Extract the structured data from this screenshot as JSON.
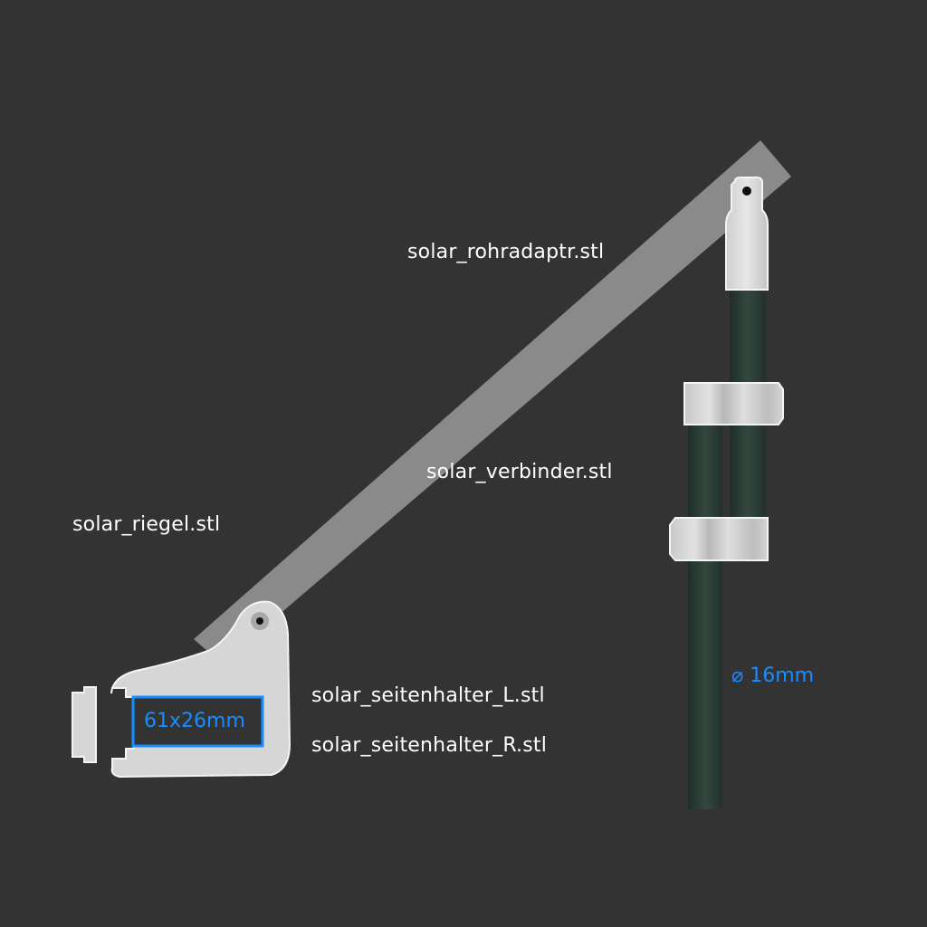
{
  "labels": {
    "rohradapter": "solar_rohradaptr.stl",
    "verbinder": "solar_verbinder.stl",
    "riegel": "solar_riegel.stl",
    "seitenhalter_l": "solar_seitenhalter_L.stl",
    "seitenhalter_r": "solar_seitenhalter_R.stl"
  },
  "dimensions": {
    "panel_profile": "61x26mm",
    "tube_diameter": "⌀ 16mm"
  },
  "colors": {
    "background": "#333333",
    "accent": "#1a8cff",
    "tube": "#2c4038",
    "part": "#d6d6d6",
    "bar": "#8a8a8a"
  }
}
